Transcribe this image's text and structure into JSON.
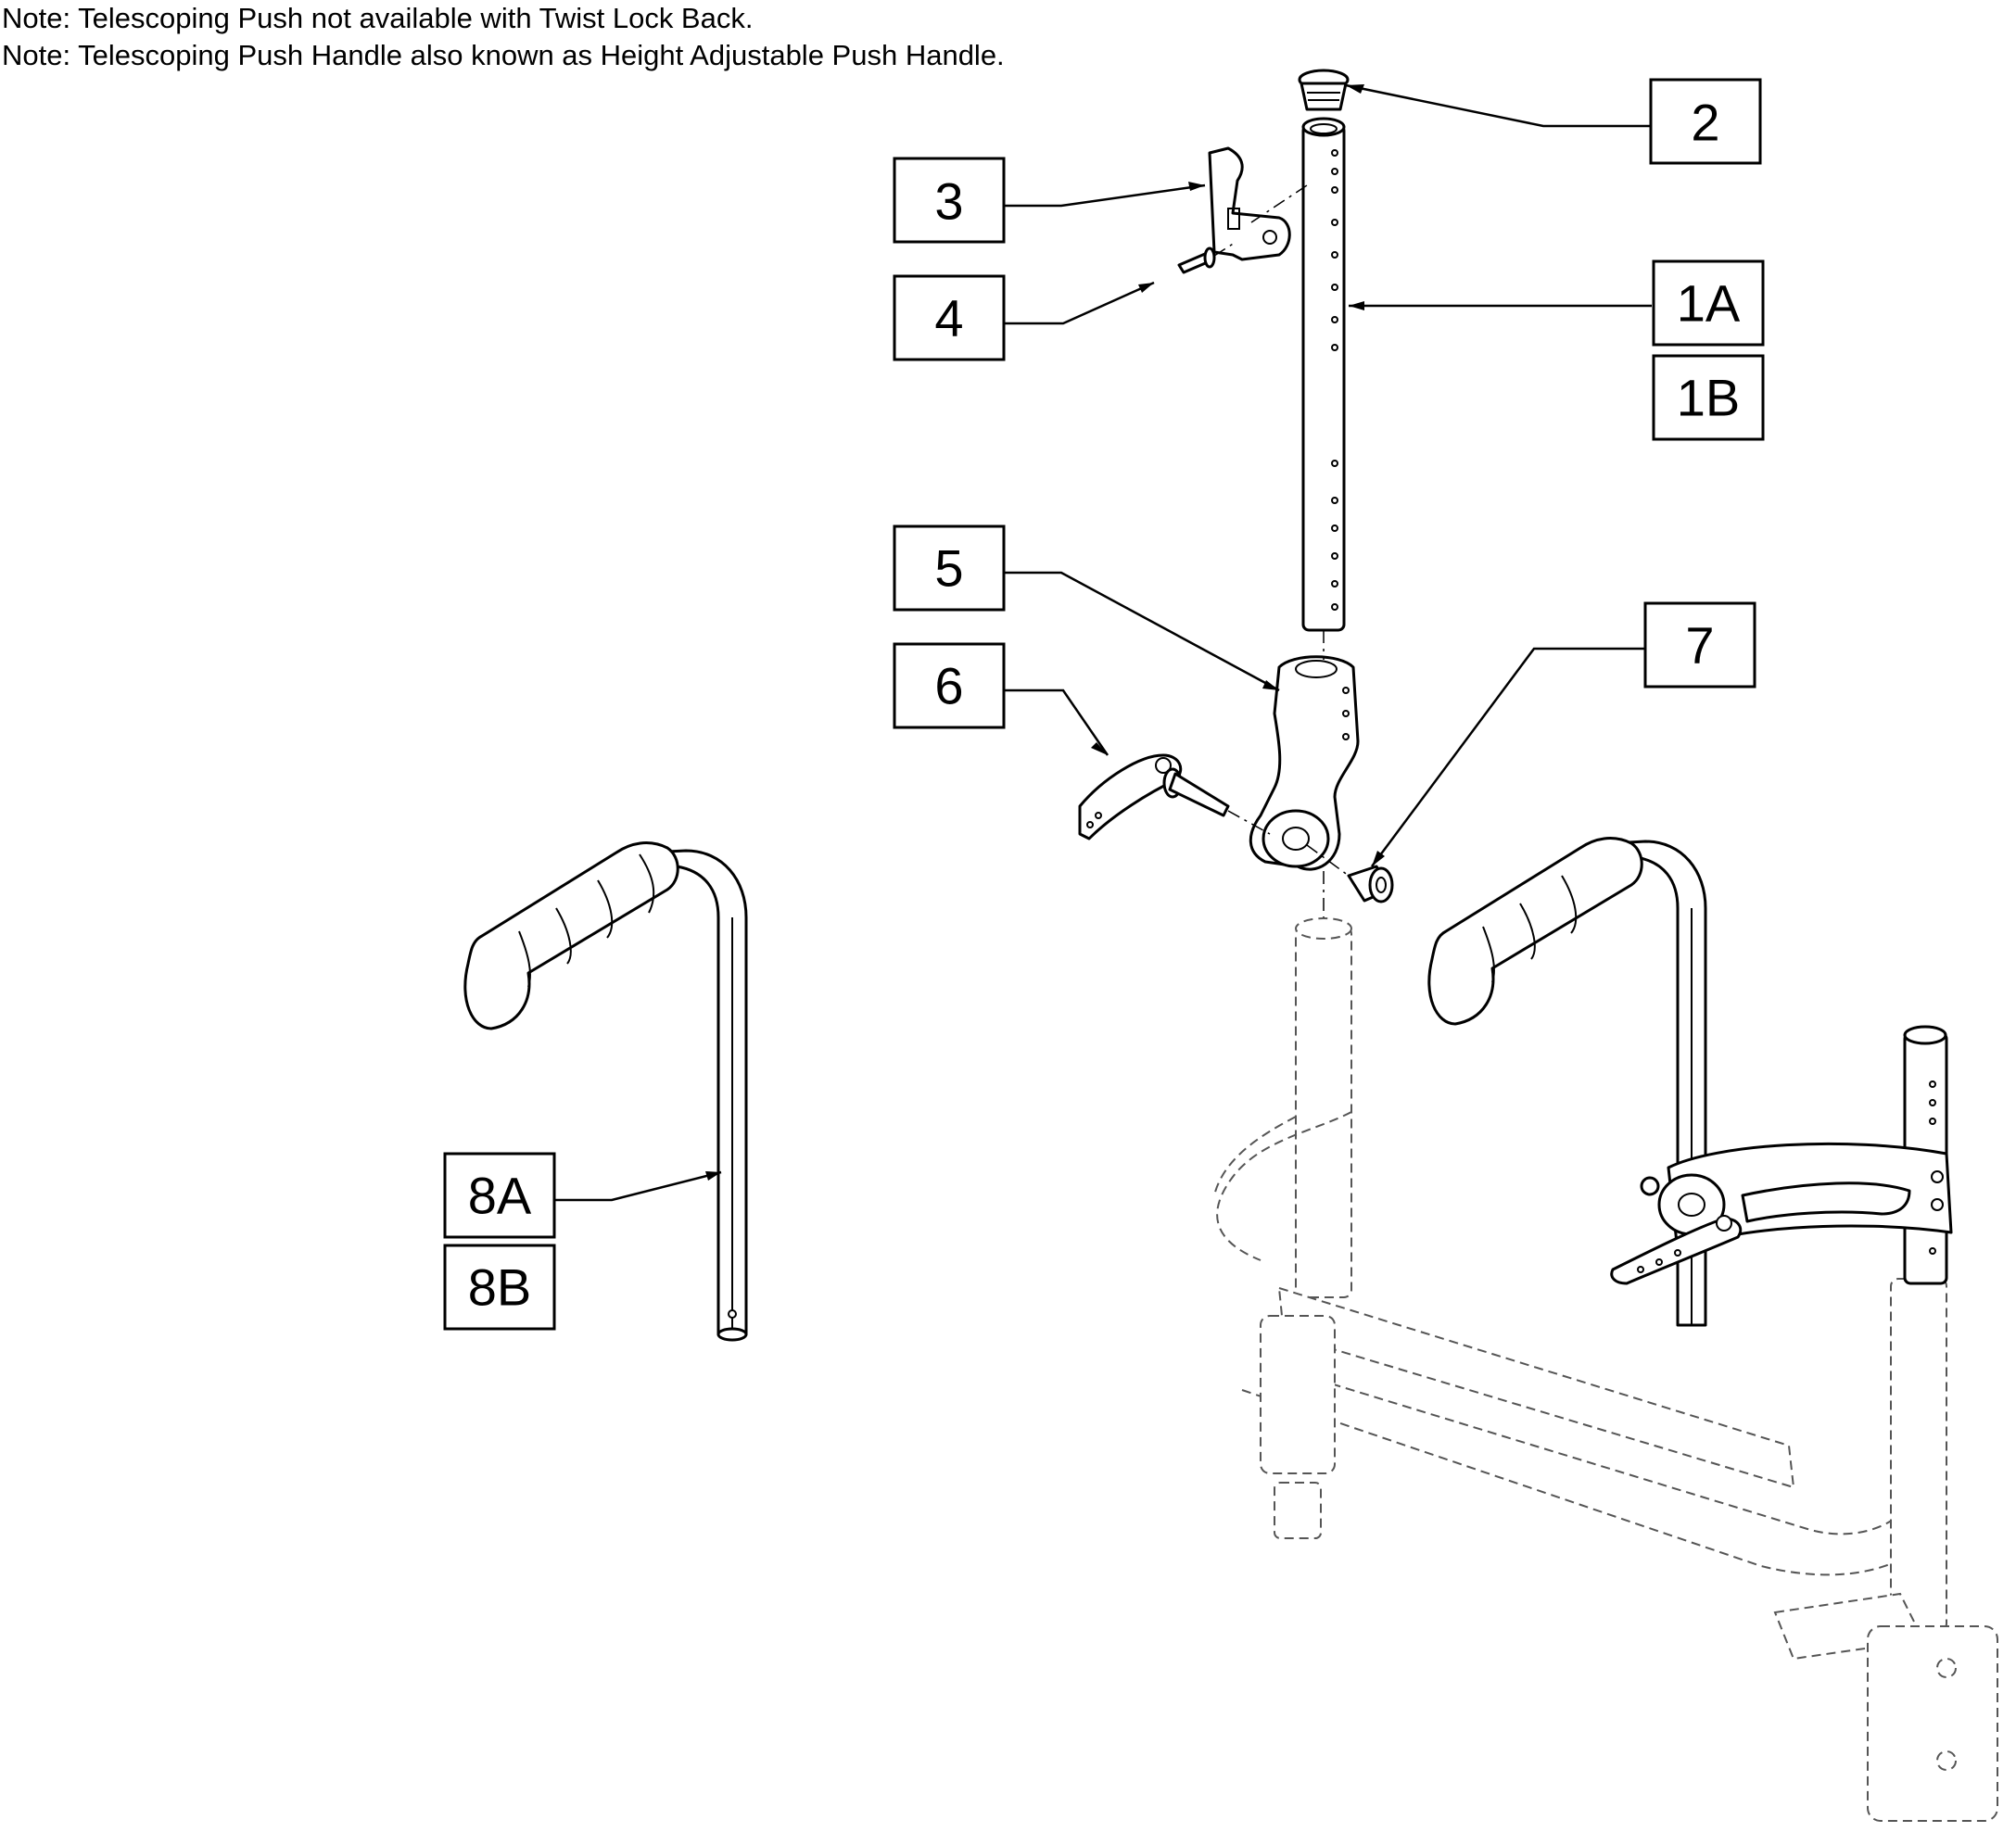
{
  "notes": [
    "Note: Telescoping Push not available with Twist Lock Back.",
    "Note: Telescoping Push Handle also known as Height Adjustable Push Handle."
  ],
  "callouts": {
    "c2": "2",
    "c3": "3",
    "c4": "4",
    "c1a": "1A",
    "c1b": "1B",
    "c5": "5",
    "c6": "6",
    "c7": "7",
    "c8a": "8A",
    "c8b": "8B"
  }
}
